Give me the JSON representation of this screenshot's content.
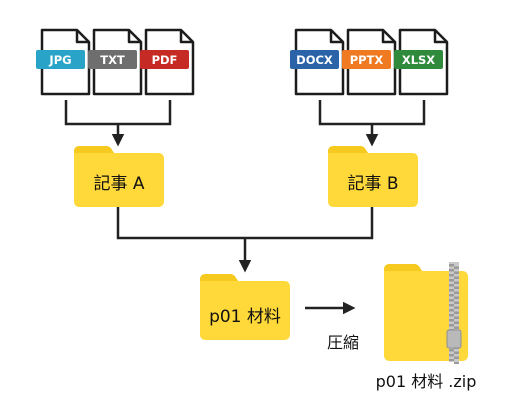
{
  "colors": {
    "folder": "#ffd83a",
    "folder_tab": "#f6c91f",
    "folder_edge": "#e3b416",
    "line": "#222222",
    "jpg": "#2aa3c8",
    "txt": "#6e6e6e",
    "pdf": "#c62a25",
    "docx": "#2a63a8",
    "pptx": "#ef7a22",
    "xlsx": "#2f8a3c"
  },
  "files_left": [
    {
      "label": "JPG",
      "color_key": "jpg"
    },
    {
      "label": "TXT",
      "color_key": "txt"
    },
    {
      "label": "PDF",
      "color_key": "pdf"
    }
  ],
  "files_right": [
    {
      "label": "DOCX",
      "color_key": "docx"
    },
    {
      "label": "PPTX",
      "color_key": "pptx"
    },
    {
      "label": "XLSX",
      "color_key": "xlsx"
    }
  ],
  "folders": {
    "a": "記事 A",
    "b": "記事 B",
    "merged": "p01 材料"
  },
  "compress_label": "圧縮",
  "zip_label": "p01 材料 .zip",
  "icons": {
    "file": "document-icon",
    "folder": "folder-icon",
    "zip": "zip-folder-icon",
    "arrow": "arrow-icon"
  }
}
